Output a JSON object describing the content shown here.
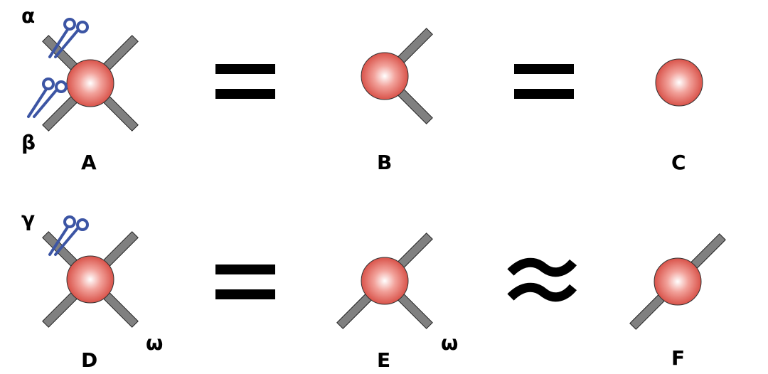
{
  "diagram_labels": {
    "A": "A",
    "B": "B",
    "C": "C",
    "D": "D",
    "E": "E",
    "F": "F"
  },
  "index_labels": {
    "alpha": "α",
    "beta": "β",
    "gamma": "γ",
    "omega_d": "ω",
    "omega_e": "ω"
  },
  "relations": {
    "row1_first": "equals",
    "row1_second": "equals",
    "row2_first": "equals",
    "row2_second": "approximately-equals"
  },
  "colors": {
    "node_center": "#ffffff",
    "node_edge": "#d9534a",
    "leg_fill": "#808080",
    "scissors": "#3c55a4",
    "relation": "#000000"
  },
  "icons": [
    "scissors-icon",
    "tensor-node",
    "leg"
  ]
}
